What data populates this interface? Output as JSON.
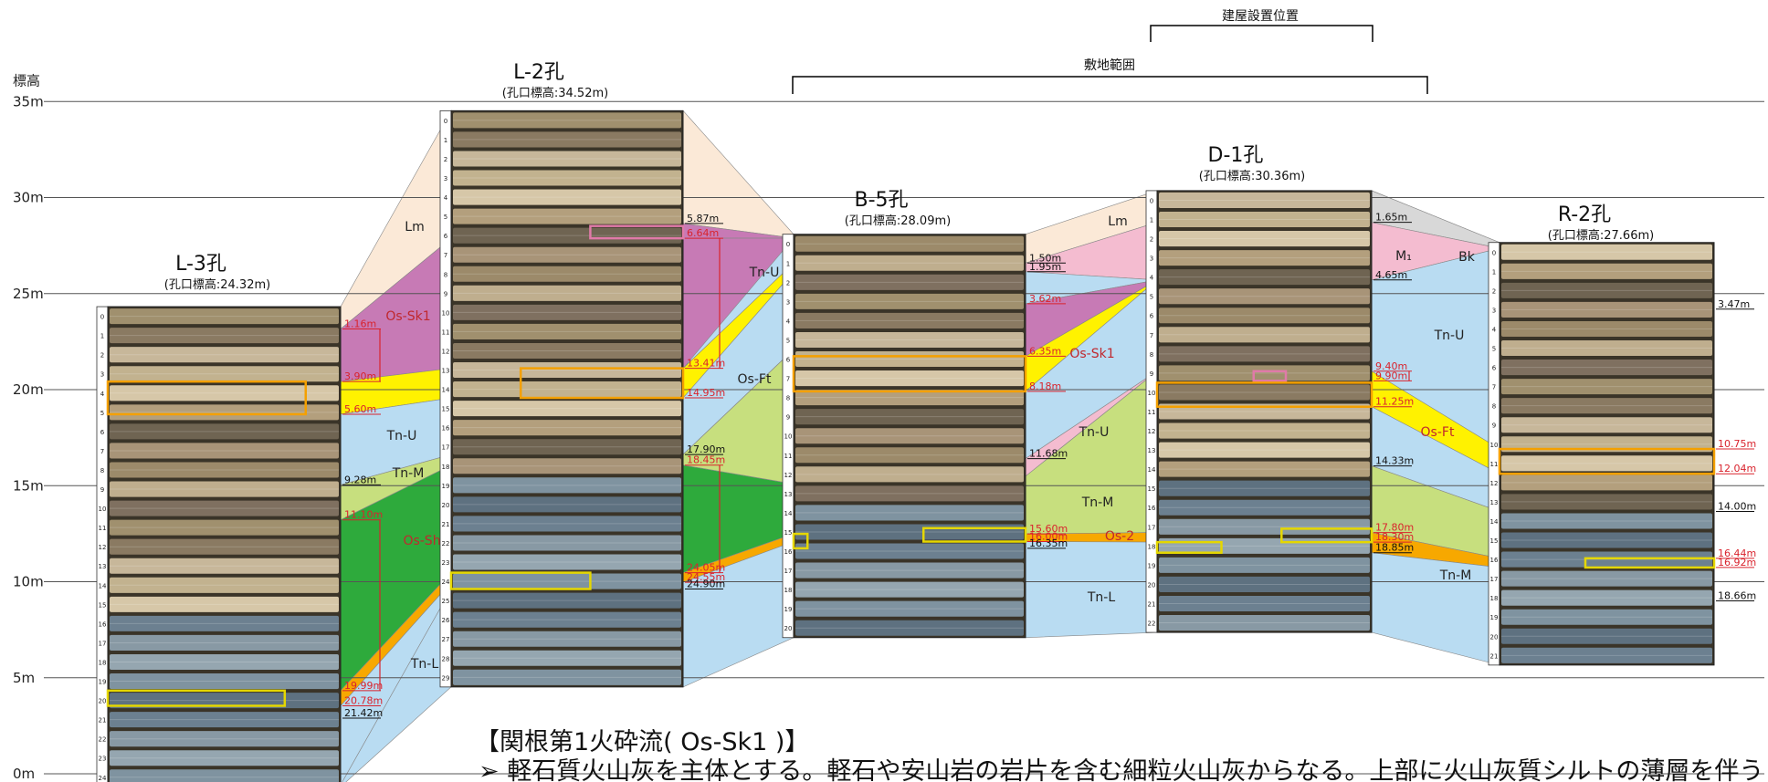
{
  "axis": {
    "title": "標高",
    "ticks": [
      {
        "label": "35m",
        "value": 35
      },
      {
        "label": "30m",
        "value": 30
      },
      {
        "label": "25m",
        "value": 25
      },
      {
        "label": "20m",
        "value": 20
      },
      {
        "label": "15m",
        "value": 15
      },
      {
        "label": "10m",
        "value": 10
      },
      {
        "label": "5m",
        "value": 5
      },
      {
        "label": "0m",
        "value": 0
      }
    ]
  },
  "brackets": {
    "building": "建屋設置位置",
    "site": "敷地範囲"
  },
  "boreholes": [
    {
      "id": "L-3",
      "name": "L-3孔",
      "elev_label": "(孔口標高:24.32m)",
      "top": 24.32,
      "depth": 25,
      "depths": [
        {
          "text": "1.16m",
          "value": 1.16,
          "color": "red"
        },
        {
          "text": "3.90m",
          "value": 3.9,
          "color": "red"
        },
        {
          "text": "5.60m",
          "value": 5.6,
          "color": "red"
        },
        {
          "text": "9.28m",
          "value": 9.28,
          "color": "black"
        },
        {
          "text": "11.10m",
          "value": 11.1,
          "color": "red"
        },
        {
          "text": "19.99m",
          "value": 19.99,
          "color": "red"
        },
        {
          "text": "20.78m",
          "value": 20.78,
          "color": "red"
        },
        {
          "text": "21.42m",
          "value": 21.42,
          "color": "black"
        }
      ]
    },
    {
      "id": "L-2",
      "name": "L-2孔",
      "elev_label": "(孔口標高:34.52m)",
      "top": 34.52,
      "depth": 30,
      "depths": [
        {
          "text": "5.87m",
          "value": 5.87,
          "color": "black"
        },
        {
          "text": "6.64m",
          "value": 6.64,
          "color": "red"
        },
        {
          "text": "13.41m",
          "value": 13.41,
          "color": "red"
        },
        {
          "text": "14.95m",
          "value": 14.95,
          "color": "red"
        },
        {
          "text": "17.90m",
          "value": 17.9,
          "color": "black"
        },
        {
          "text": "18.45m",
          "value": 18.45,
          "color": "red"
        },
        {
          "text": "24.05m",
          "value": 24.05,
          "color": "red"
        },
        {
          "text": "24.55m",
          "value": 24.55,
          "color": "red"
        },
        {
          "text": "24.90m",
          "value": 24.9,
          "color": "black"
        }
      ]
    },
    {
      "id": "B-5",
      "name": "B-5孔",
      "elev_label": "(孔口標高:28.09m)",
      "top": 28.09,
      "depth": 21,
      "depths": [
        {
          "text": "1.50m",
          "value": 1.5,
          "color": "black"
        },
        {
          "text": "1.95m",
          "value": 1.95,
          "color": "black"
        },
        {
          "text": "3.62m",
          "value": 3.62,
          "color": "red"
        },
        {
          "text": "6.35m",
          "value": 6.35,
          "color": "red"
        },
        {
          "text": "8.18m",
          "value": 8.18,
          "color": "red"
        },
        {
          "text": "11.68m",
          "value": 11.68,
          "color": "black"
        },
        {
          "text": "15.60m",
          "value": 15.6,
          "color": "red"
        },
        {
          "text": "16.00m",
          "value": 16.0,
          "color": "red"
        },
        {
          "text": "16.35m",
          "value": 16.35,
          "color": "black"
        }
      ]
    },
    {
      "id": "D-1",
      "name": "D-1孔",
      "elev_label": "(孔口標高:30.36m)",
      "top": 30.36,
      "depth": 23,
      "depths": [
        {
          "text": "1.65m",
          "value": 1.65,
          "color": "black"
        },
        {
          "text": "4.65m",
          "value": 4.65,
          "color": "black"
        },
        {
          "text": "9.40m",
          "value": 9.4,
          "color": "red"
        },
        {
          "text": "9.90m",
          "value": 9.9,
          "color": "red"
        },
        {
          "text": "11.25m",
          "value": 11.25,
          "color": "red"
        },
        {
          "text": "14.33m",
          "value": 14.33,
          "color": "black"
        },
        {
          "text": "17.80m",
          "value": 17.8,
          "color": "red"
        },
        {
          "text": "18.30m",
          "value": 18.3,
          "color": "red"
        },
        {
          "text": "18.85m",
          "value": 18.85,
          "color": "black"
        }
      ]
    },
    {
      "id": "R-2",
      "name": "R-2孔",
      "elev_label": "(孔口標高:27.66m)",
      "top": 27.66,
      "depth": 22,
      "depths": [
        {
          "text": "3.47m",
          "value": 3.47,
          "color": "black"
        },
        {
          "text": "10.75m",
          "value": 10.75,
          "color": "red"
        },
        {
          "text": "12.04m",
          "value": 12.04,
          "color": "red"
        },
        {
          "text": "14.00m",
          "value": 14.0,
          "color": "black"
        },
        {
          "text": "16.44m",
          "value": 16.44,
          "color": "red"
        },
        {
          "text": "16.92m",
          "value": 16.92,
          "color": "red"
        },
        {
          "text": "18.66m",
          "value": 18.66,
          "color": "black"
        }
      ]
    }
  ],
  "units": [
    {
      "key": "Lm",
      "label": "Lm",
      "color": "#fbe9d7"
    },
    {
      "key": "M1",
      "label": "M₁",
      "color": "#f4bcd0"
    },
    {
      "key": "Bk",
      "label": "Bk",
      "color": "#d8d8d8"
    },
    {
      "key": "OsSk1",
      "label": "Os-Sk1",
      "color": "#c77ab5"
    },
    {
      "key": "OsFt",
      "label": "Os-Ft",
      "color": "#fff200"
    },
    {
      "key": "TnU",
      "label": "Tn-U",
      "color": "#b9dcf2"
    },
    {
      "key": "TnM",
      "label": "Tn-M",
      "color": "#c7df7e"
    },
    {
      "key": "OsSh",
      "label": "Os-Sh",
      "color": "#2eaa3c"
    },
    {
      "key": "Os2",
      "label": "Os-2",
      "color": "#f7a800"
    },
    {
      "key": "TnL",
      "label": "Tn-L",
      "color": "#b9dcf2"
    }
  ],
  "note": {
    "title": "【関根第1火砕流( Os-Sk1 )】",
    "body": "➢ 軽石質火山灰を主体とする。軽石や安山岩の岩片を含む細粒火山灰からなる。上部に火山灰質シルトの薄層を伴う"
  }
}
